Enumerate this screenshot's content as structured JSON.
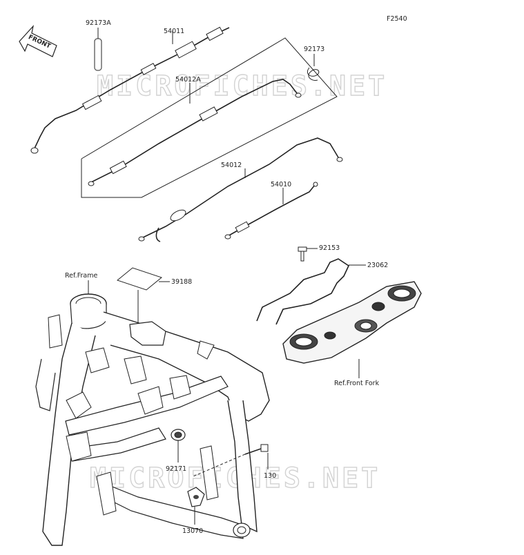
{
  "diagram": {
    "figure_id": "F2540",
    "front_label": "FRONT",
    "watermark": "MICROFICHES.NET",
    "labels": {
      "p92173A": "92173A",
      "p54011": "54011",
      "p92173": "92173",
      "p54012A": "54012A",
      "p54012": "54012",
      "p54010": "54010",
      "p92153": "92153",
      "p23062": "23062",
      "ref_frame": "Ref.Frame",
      "p39188": "39188",
      "ref_front_fork": "Ref.Front Fork",
      "p92171": "92171",
      "p130": "130",
      "p13070": "13070"
    }
  }
}
